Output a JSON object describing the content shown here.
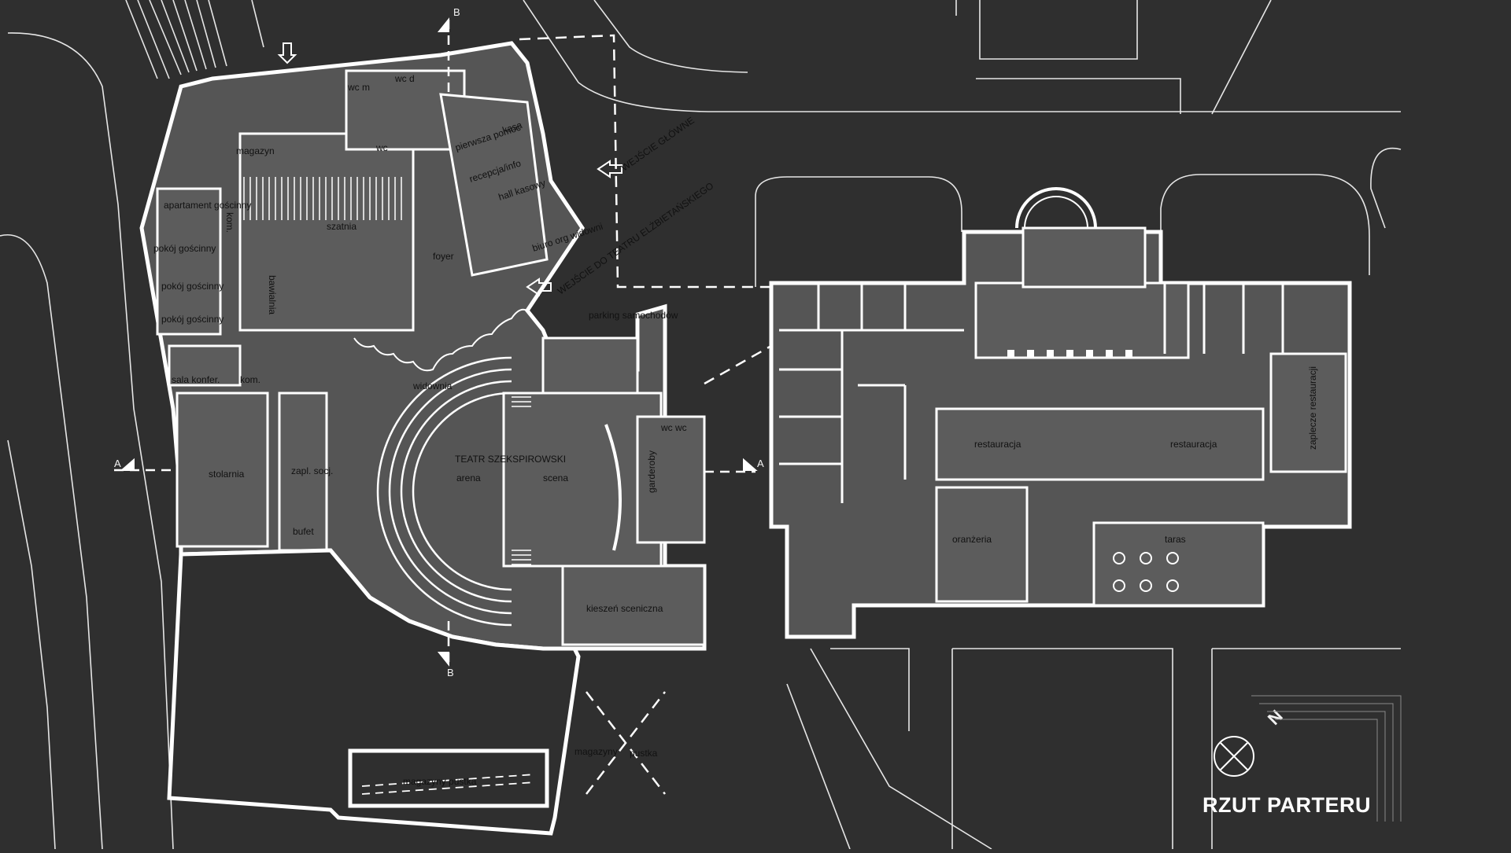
{
  "title": "RZUT PARTERU",
  "north_label": "N",
  "section_marks": {
    "a_left": "A",
    "a_right": "A",
    "b_top": "B",
    "b_bottom": "B"
  },
  "rooms": {
    "magazyn": "magazyn",
    "wc_m": "wc m",
    "wc_d": "wc d",
    "wc": "wc",
    "pierwsza_pomoc": "pierwsza pomoc",
    "kasa": "kasa",
    "recepcja_info": "recepcja/info",
    "hall_kasowy": "hall kasowy",
    "apartament_goscinny": "apartament gościnny",
    "kom_1": "kom.",
    "szatnia": "szatnia",
    "foyer": "foyer",
    "biuro_org_widowni": "biuro org widowni",
    "pokoj_goscinny_1": "pokój gościnny",
    "pokoj_goscinny_2": "pokój gościnny",
    "pokoj_goscinny_3": "pokój gościnny",
    "bawialnia": "bawialnia",
    "sala_konfer": "sala konfer.",
    "kom_2": "kom.",
    "parking_samochodow": "parking samochodów",
    "widownia": "widownia",
    "teatr_szekspirowski": "TEATR SZEKSPIROWSKI",
    "arena": "arena",
    "scena": "scena",
    "wc_wc": "wc wc",
    "garderoby": "garderoby",
    "stolarnia": "stolarnia",
    "zapl_soc": "zapl. socj.",
    "bufet": "bufet",
    "kieszen_sceniczna": "kieszeń sceniczna",
    "magazyny": "magazyny",
    "pustka_1": "pustka",
    "magazyny_pustka": "magazyny pustka",
    "restauracja_1": "restauracja",
    "restauracja_2": "restauracja",
    "zaplecze_restauracji": "zaplecze restauracji",
    "oranzeria": "oranżeria",
    "taras": "taras"
  },
  "entrances": {
    "wejscie_glowne": "WEJŚCIE GŁÓWNE",
    "wejscie_teatr": "WEJŚCIE DO TEATRU ELŻBIETAŃSKIEGO"
  },
  "colors": {
    "background": "#2f2f2f",
    "wall": "#ffffff",
    "room_fill": "#575757",
    "line": "#e6e6e6"
  }
}
